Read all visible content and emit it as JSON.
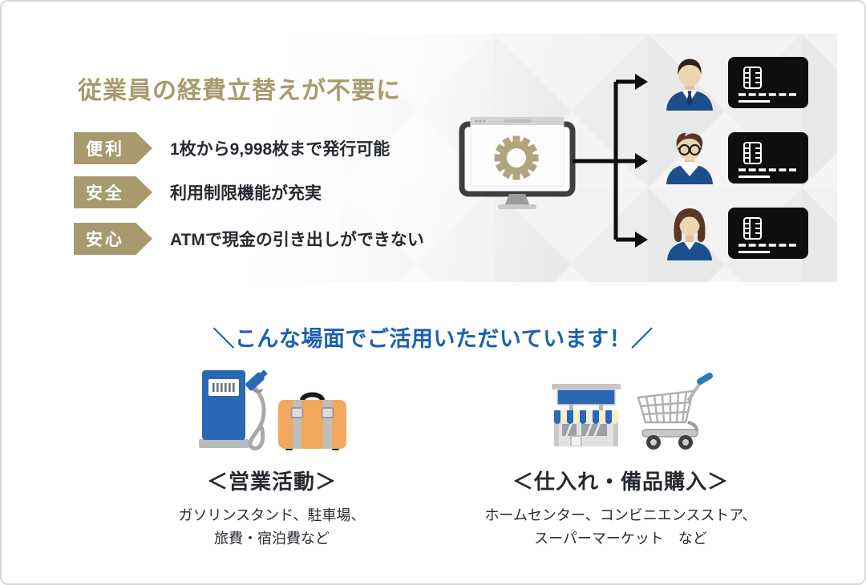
{
  "colors": {
    "gold": "#a89a6e",
    "gear_gold": "#b2a47c",
    "text_dark": "#272b31",
    "heading_blue": "#1b60b1",
    "suit_blue": "#1d4e8c",
    "card_black": "#0e0e0e",
    "icon_blue": "#2a68b4",
    "suitcase_orange": "#f2a85c"
  },
  "banner": {
    "title": "従業員の経費立替えが不要に",
    "features": [
      {
        "badge": "便利",
        "text": "1枚から9,998枚まで発行可能"
      },
      {
        "badge": "安全",
        "text": "利用制限機能が充実"
      },
      {
        "badge": "安心",
        "text": "ATMで現金の引き出しができない"
      }
    ],
    "diagram": {
      "source_icon": "monitor-with-gear",
      "employee_icons": [
        "employee-suit-man",
        "employee-glasses-man",
        "employee-woman"
      ],
      "card_icon": "corporate-credit-card"
    }
  },
  "usage": {
    "heading": "＼こんな場面でご活用いただいています！／",
    "columns": [
      {
        "title": "＜営業活動＞",
        "lines": [
          "ガソリンスタンド、駐車場、",
          "旅費・宿泊費など"
        ],
        "icons": [
          "gas-pump",
          "suitcase"
        ]
      },
      {
        "title": "＜仕入れ・備品購入＞",
        "lines": [
          "ホームセンター、コンビニエンスストア、",
          "スーパーマーケット　など"
        ],
        "icons": [
          "store",
          "shopping-cart"
        ]
      }
    ]
  }
}
